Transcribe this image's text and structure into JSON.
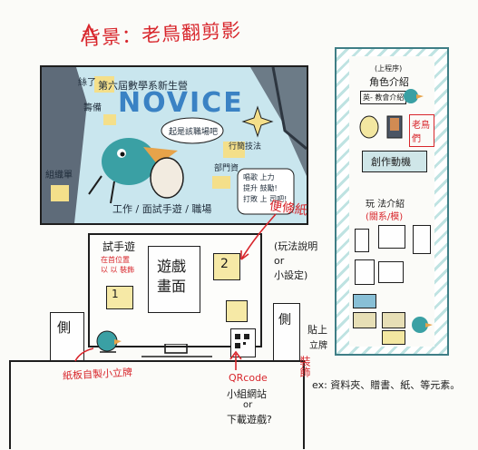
{
  "title": "背景：老鳥翻剪影",
  "banner": {
    "headline": "NOVICE",
    "small_title": "第六屆數學系新生營",
    "bubble": "起是該職場吧",
    "labels": {
      "leaf": "絲了",
      "board": "籌備",
      "reel": "行簡技法",
      "tagline_left": "組織單",
      "schedule": "部門資",
      "bottom_line": "工作 / 面試手遊 / 職場",
      "bubble2": "唱歌 上力\n提升 鼓勵!\n打敗 上 司吧!"
    }
  },
  "right_panel": {
    "role_title": "角色介紹",
    "sparkle": "(上程序)",
    "tag_intro": "英- 教會介紹",
    "tag_old": "老鳥們",
    "creation_title": "創作動機",
    "gameplay_title": "玩 法介紹",
    "gameplay_sub": "(關系/模)"
  },
  "monitor": {
    "test_label": "試手遊",
    "side_note": "在首位置\n以 以 裝飾",
    "game_screen": "遊戲\n畫面",
    "note_1": "1",
    "note_2": "2"
  },
  "annotations": {
    "sticky": "便條紙",
    "sticky_sub": "(玩法說明\nor\n小設定)",
    "left_standee": "側",
    "right_standee": "側",
    "paste_label": "貼上",
    "standee_note": "立牌",
    "qr_title": "QRcode",
    "qr_line1": "小組網站",
    "qr_or": "or",
    "qr_line2": "下載遊戲?",
    "bird_note": "紙板自製小立牌",
    "decor_note": "裝飾",
    "decor_example": "ex: 資料夾、贈書、紙、等元素。"
  }
}
